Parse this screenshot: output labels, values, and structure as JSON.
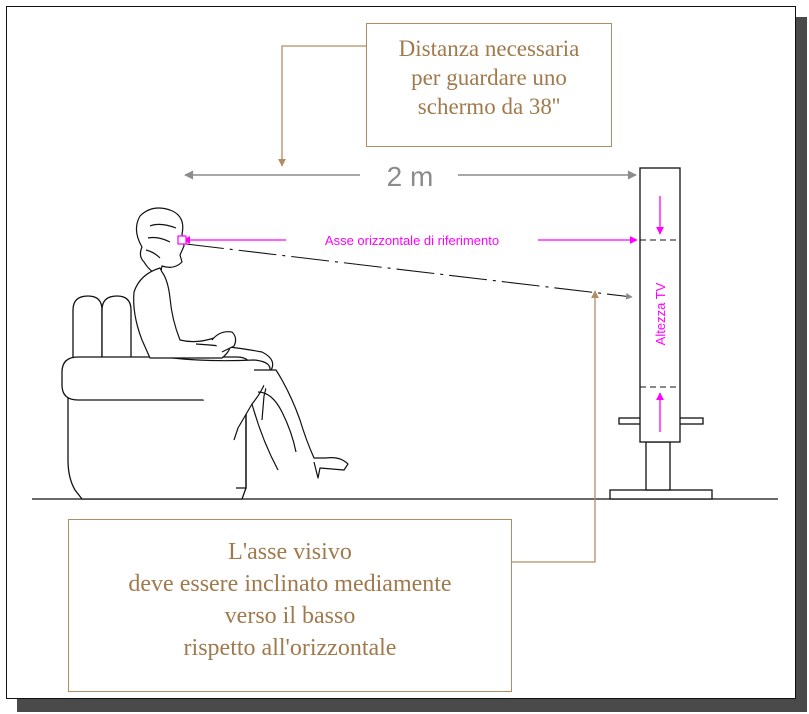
{
  "callouts": {
    "distance_note": [
      "Distanza necessaria",
      "per guardare uno",
      "schermo da 38''"
    ],
    "axis_note": [
      "L'asse visivo",
      "deve essere inclinato mediamente",
      "verso il basso",
      "rispetto all'orizzontale"
    ]
  },
  "dimensions": {
    "distance_label": "2 m",
    "horizontal_axis_label": "Asse orizzontale di riferimento",
    "tv_height_label": "Altezza TV"
  },
  "colors": {
    "magenta": "#ff00ff",
    "callout": "#a07a4c",
    "dimension_gray": "#8c8c8c",
    "line": "#111111"
  }
}
